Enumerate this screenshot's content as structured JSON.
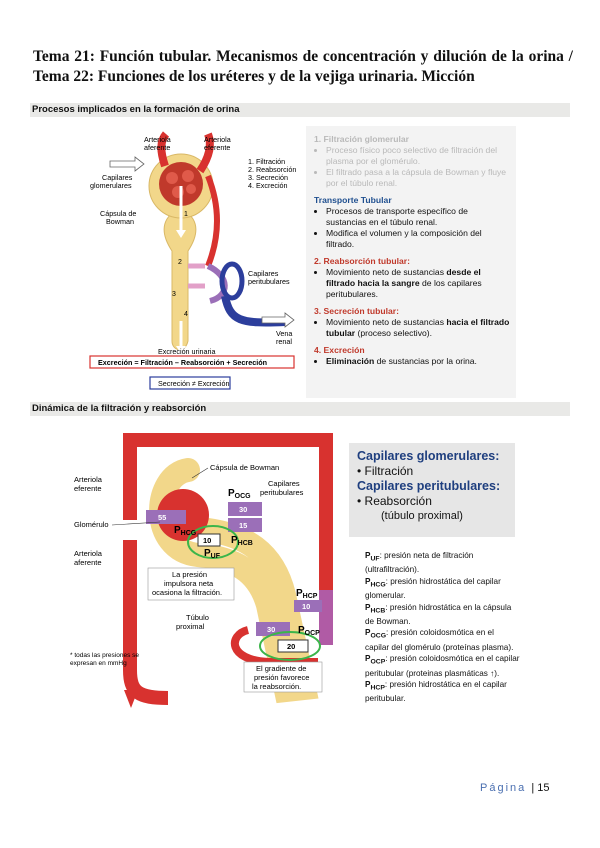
{
  "page": {
    "title": "Tema 21: Función tubular. Mecanismos de concentración y dilución de la orina / Tema 22: Funciones de los uréteres y de la vejiga urinaria. Micción",
    "section1": "Procesos implicados en la formación de orina",
    "section2": "Dinámica de la filtración y reabsorción",
    "footer_word": "Página",
    "footer_num": "| 15"
  },
  "fig1": {
    "arteriola_aferente": [
      "Arteriola",
      "aferente"
    ],
    "arteriola_eferente": [
      "Arteriola",
      "eferente"
    ],
    "capilares_glomerulares": [
      "Capilares",
      "glomerulares"
    ],
    "capsula_bowman": [
      "Cápsula de",
      "Bowman"
    ],
    "steps": [
      "1. Filtración",
      "2. Reabsorción",
      "3. Secreción",
      "4. Excreción"
    ],
    "capilares_peritubulares": [
      "Capilares",
      "peritubulares"
    ],
    "vena_renal": [
      "Vena",
      "renal"
    ],
    "nums": [
      "1",
      "2",
      "3",
      "4"
    ],
    "excrecion_urinaria": "Excreción urinaria",
    "formula": "Excreción = Filtración – Reabsorción + Secreción",
    "note": "Secreción ≠ Excreción"
  },
  "panel1": {
    "s1_title": "1.   Filtración glomerular",
    "s1_items": [
      "Proceso físico poco selectivo de filtración del plasma por el glomérulo.",
      "El filtrado pasa a la cápsula de Bowman y fluye por el túbulo renal."
    ],
    "s2_title": "Transporte Tubular",
    "s2_items": [
      "Procesos de transporte específico de sustancias en el túbulo renal.",
      "Modifica el volumen y la composición del filtrado."
    ],
    "s3_title": "2. Reabsorción tubular:",
    "s3_item_a": "Movimiento neto de sustancias ",
    "s3_item_b": "desde el filtrado hacia la sangre",
    "s3_item_c": " de los capilares peritubulares.",
    "s4_title": "3. Secreción tubular:",
    "s4_item_a": "Movimiento neto de sustancias ",
    "s4_item_b": "hacia el filtrado tubular",
    "s4_item_c": " (proceso selectivo).",
    "s5_title": "4. Excreción",
    "s5_item_a": "Eliminación",
    "s5_item_b": " de sustancias por la orina."
  },
  "fig2": {
    "capsula_bowman": "Cápsula de Bowman",
    "arteriola_eferente": [
      "Arteriola",
      "eferente"
    ],
    "capilares_peritubulares": [
      "Capilares",
      "peritubulares"
    ],
    "glomerulo": "Glomérulo",
    "arteriola_aferente": [
      "Arteriola",
      "aferente"
    ],
    "p_ocg": "P",
    "p_ocg_sub": "OCG",
    "p_hcg_sub": "HCG",
    "p_hcb_sub": "HCB",
    "p_uf_sub": "UF",
    "p_hcp_sub": "HCP",
    "p_ocp_sub": "OCP",
    "val_55": "55",
    "val_30a": "30",
    "val_15": "15",
    "val_10a": "10",
    "val_10b": "10",
    "val_30b": "30",
    "val_20": "20",
    "presion_box": [
      "La presión",
      "impulsora neta",
      "ocasiona la filtración."
    ],
    "tubulo_proximal": [
      "Túbulo",
      "proximal"
    ],
    "footnote": [
      "* todas las presiones se",
      "expresan en mmHg"
    ],
    "gradiente_box": [
      "El gradiente de",
      "presión favorece",
      "la reabsorción."
    ]
  },
  "capbox": {
    "t1": "Capilares glomerulares:",
    "i1": "• Filtración",
    "t2": "Capilares peritubulares:",
    "i2": "• Reabsorción",
    "s2": "(túbulo proximal)"
  },
  "legend": [
    {
      "sub": "UF",
      "text": ": presión neta de filtración (ultrafiltración)."
    },
    {
      "sub": "HCG",
      "text": ": presión hidrostática del capilar glomerular."
    },
    {
      "sub": "HCB",
      "text": ": presión hidrostática en la cápsula de Bowman."
    },
    {
      "sub": "OCG",
      "text": ": presión coloidosmótica en el capilar del glomérulo (proteínas plasma)."
    },
    {
      "sub": "OCP",
      "text": ": presión coloidosmótica en el capilar peritubular (proteinas plasmáticas ↑)."
    },
    {
      "sub": "HCP",
      "text": ": presión hidrostática en el capilar peritubular."
    }
  ],
  "colors": {
    "red": "#d8322f",
    "blue": "#2c3e9c",
    "tubule": "#f2d78a",
    "purple": "#9b6fb8",
    "pink": "#e2a0c8",
    "green": "#3bb54a"
  }
}
